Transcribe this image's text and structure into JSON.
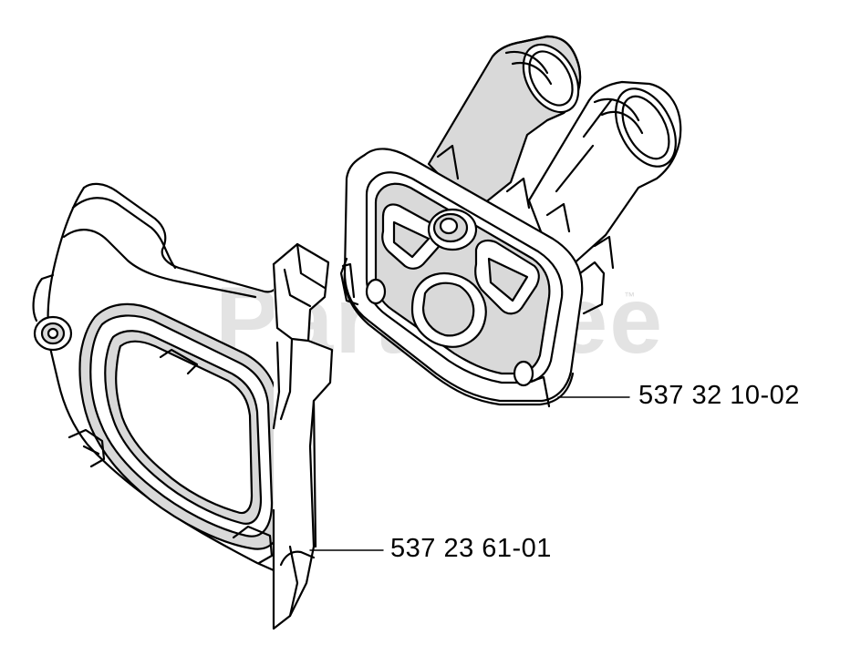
{
  "watermark": {
    "text": "PartsTree",
    "tm": "™"
  },
  "callouts": [
    {
      "part_number": "537 32 10-02"
    },
    {
      "part_number": "537 23 61-01"
    }
  ],
  "colors": {
    "line": "#000000",
    "shade": "#d9d9d9",
    "background": "#ffffff",
    "watermark": "#e3e3e3"
  }
}
